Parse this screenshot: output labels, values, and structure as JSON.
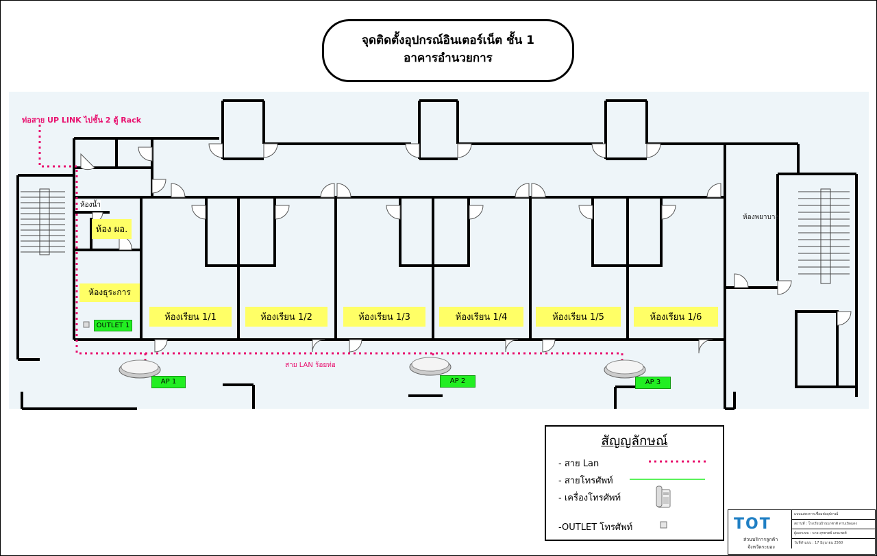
{
  "title": {
    "line1": "จุดติดตั้งอุปกรณ์อินเตอร์เน็ต ชั้น 1",
    "line2": "อาคารอำนวยการ"
  },
  "annotations": {
    "uplink": "ท่อสาย  UP LINK ไปชั้น 2  ตู้ Rack",
    "lan_cable": "สาย LAN ร้อยท่อ"
  },
  "rooms": {
    "toilet": "ห้องน้ำ",
    "director": "ห้อง ผอ.",
    "admin": "ห้องธุระการ",
    "nurse": "ห้องพยาบาล",
    "classrooms": [
      "ห้องเรียน  1/1",
      "ห้องเรียน  1/2",
      "ห้องเรียน  1/3",
      "ห้องเรียน  1/4",
      "ห้องเรียน  1/5",
      "ห้องเรียน  1/6"
    ]
  },
  "outlet_label": "OUTLET 1",
  "access_points": [
    "AP 1",
    "AP 2",
    "AP 3"
  ],
  "legend": {
    "title": "สัญญลักษณ์",
    "items": [
      "- สาย Lan",
      "- สายโทรศัพท์",
      "- เครื่องโทรศัพท์",
      "-OUTLET โทรศัพท์"
    ]
  },
  "title_block": {
    "logo": "TOT",
    "org_line1": "ส่วนบริการลูกค้า",
    "org_line2": "จังหวัดระยอง",
    "rows": [
      "แบบแสดงการเชื่อมต่ออุปกรณ์",
      "สถานที่ : โรงเรียนบ้านนาซาติ ดาบเบิลแดง",
      "ผู้ออกแบบ : นาย สุรชาตย์ เลขะพงศ์",
      "วันที่ทำแบบ : 17 มิถุนายน 2560"
    ]
  },
  "colors": {
    "lan": "#e8106e",
    "phone": "#22ee22",
    "room_label_bg": "#ffff66",
    "floor_bg": "#eef5f9",
    "tot_blue": "#1f7fc4"
  }
}
